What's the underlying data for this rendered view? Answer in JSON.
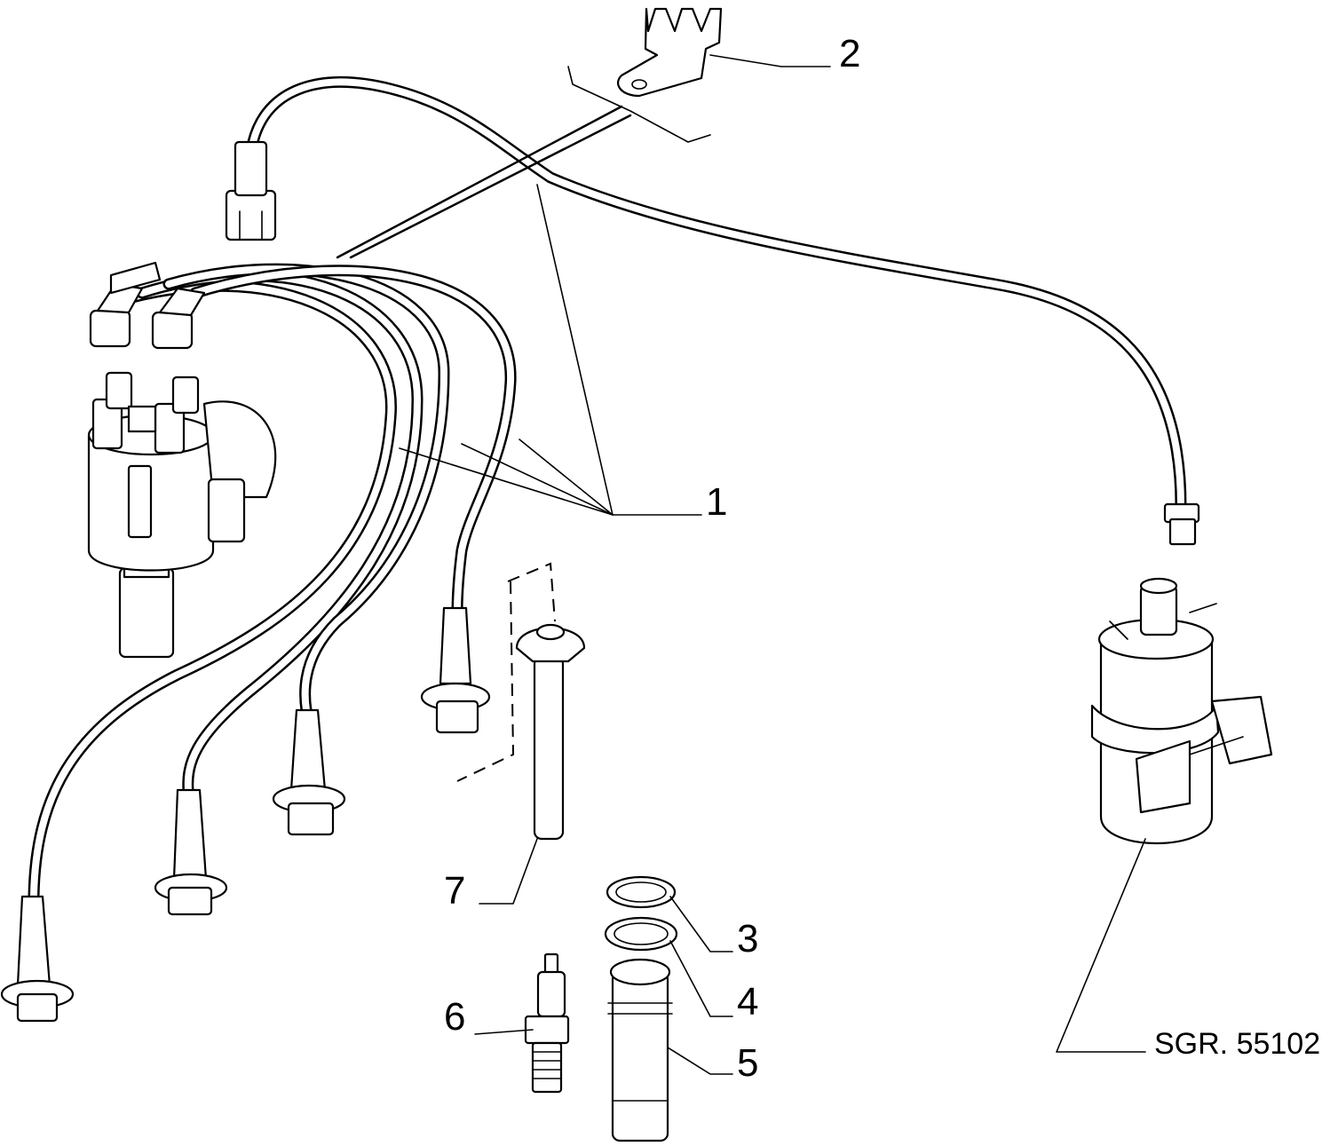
{
  "callouts": [
    {
      "id": "1",
      "label": "1"
    },
    {
      "id": "2",
      "label": "2"
    },
    {
      "id": "3",
      "label": "3"
    },
    {
      "id": "4",
      "label": "4"
    },
    {
      "id": "5",
      "label": "5"
    },
    {
      "id": "6",
      "label": "6"
    },
    {
      "id": "7",
      "label": "7"
    }
  ],
  "reference": "SGR. 55102"
}
